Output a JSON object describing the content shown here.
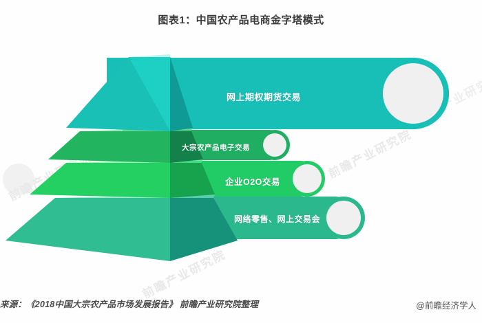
{
  "title": "图表1：中国农产品电商金字塔模式",
  "chart_data": {
    "type": "pyramid",
    "title": "图表1：中国农产品电商金字塔模式",
    "levels": [
      {
        "rank": 1,
        "label": "网上期权期货交易",
        "band_color": "#18bfb6",
        "face_color": "#18c0b5",
        "side_color": "#0f9a96",
        "marker": "level-1-circle"
      },
      {
        "rank": 2,
        "label": "大宗农产品电子交易",
        "band_color": "#1fae62",
        "face_color": "#22b45e",
        "side_color": "#14804a",
        "marker": "level-2-circle"
      },
      {
        "rank": 3,
        "label": "企业O2O交易",
        "band_color": "#21cc66",
        "face_color": "#25d063",
        "side_color": "#17a24d",
        "marker": "level-3-circle"
      },
      {
        "rank": 4,
        "label": "网络零售、网上交易会",
        "band_color": "#2bb88c",
        "face_color": "#2fbd91",
        "side_color": "#168f73",
        "marker": "level-4-circle"
      }
    ],
    "legend": [],
    "xlabel": "",
    "ylabel": ""
  },
  "footer": {
    "source": "来源：《2018中国大宗农产品市场发展报告》 前瞻产业研究院整理",
    "handle": "@前瞻经济学人"
  },
  "watermarks": {
    "a": "前瞻产业研究院",
    "b": "前瞻产业研究院",
    "c": "前瞻产业研究院",
    "d": "前瞻产业研究院",
    "e": "前瞻产业研究院"
  },
  "colors": {
    "teal": "#18bfb6",
    "dark_green": "#1fae62",
    "bright_green": "#21cc66",
    "sea_green": "#2bb88c",
    "circle_fill": "#f0f0f0",
    "background": "#ffffff",
    "text_dark": "#3b3b3b"
  }
}
